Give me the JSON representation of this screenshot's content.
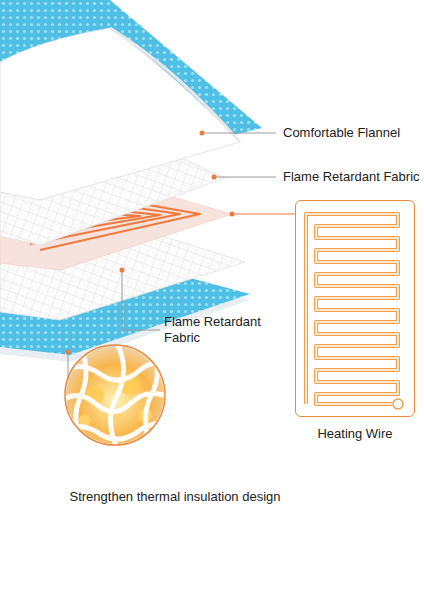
{
  "diagram": {
    "nodes": [
      {
        "text": [
          "Heating Wire"
        ]
      },
      {
        "text": [
          "Strengthen thermal insulation design"
        ]
      }
    ],
    "labels": [
      "Comfortable Flannel",
      "Flame Retardant Fabric",
      "Flame Retardant Fabric"
    ]
  }
}
